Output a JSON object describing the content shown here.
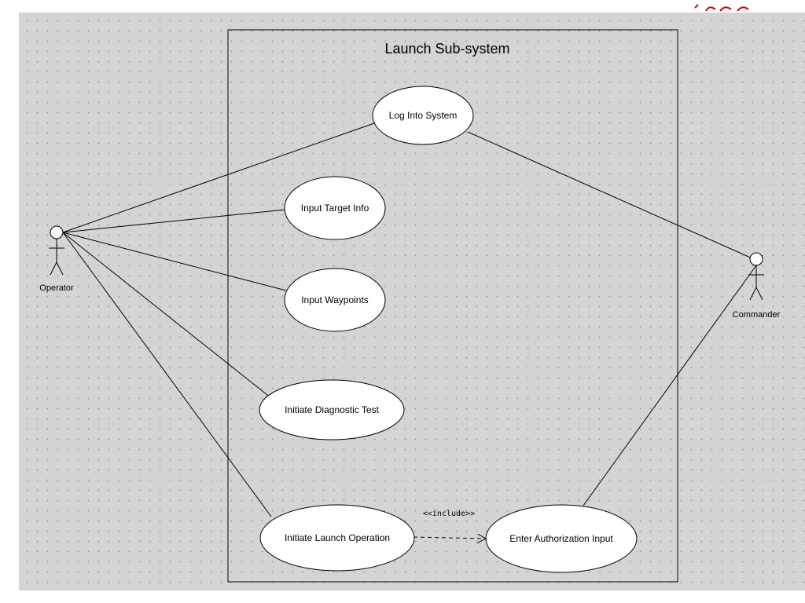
{
  "system": {
    "title": "Launch Sub-system"
  },
  "actors": [
    {
      "id": "operator",
      "name": "Operator"
    },
    {
      "id": "commander",
      "name": "Commander"
    }
  ],
  "use_cases": [
    {
      "id": "log-into-system",
      "label": "Log Into System"
    },
    {
      "id": "input-target-info",
      "label": "Input Target Info"
    },
    {
      "id": "input-waypoints",
      "label": "Input Waypoints"
    },
    {
      "id": "initiate-diagnostic-test",
      "label": "Initiate Diagnostic Test"
    },
    {
      "id": "initiate-launch-operation",
      "label": "Initiate Launch Operation"
    },
    {
      "id": "enter-authorization-input",
      "label": "Enter Authorization Input"
    }
  ],
  "relationships": [
    {
      "from": "operator",
      "to": "log-into-system",
      "type": "association"
    },
    {
      "from": "operator",
      "to": "input-target-info",
      "type": "association"
    },
    {
      "from": "operator",
      "to": "input-waypoints",
      "type": "association"
    },
    {
      "from": "operator",
      "to": "initiate-diagnostic-test",
      "type": "association"
    },
    {
      "from": "operator",
      "to": "initiate-launch-operation",
      "type": "association"
    },
    {
      "from": "commander",
      "to": "log-into-system",
      "type": "association"
    },
    {
      "from": "commander",
      "to": "enter-authorization-input",
      "type": "association"
    },
    {
      "from": "initiate-launch-operation",
      "to": "enter-authorization-input",
      "type": "include",
      "label": "<<include>>"
    }
  ],
  "colors": {
    "canvas": "#d4d4d4",
    "grid_dot": "#9a9a9a",
    "line": "#000000",
    "ellipse_fill": "#ffffff",
    "corner_mark": "#d00000"
  }
}
